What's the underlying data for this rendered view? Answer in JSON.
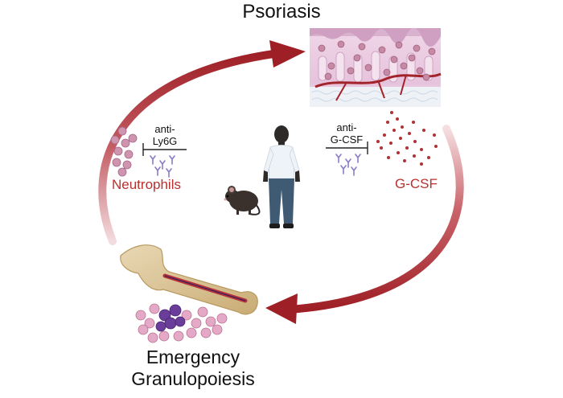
{
  "labels": {
    "psoriasis": "Psoriasis",
    "neutrophils": "Neutrophils",
    "anti_ly6g_line1": "anti-",
    "anti_ly6g_line2": "Ly6G",
    "anti_gcsf_line1": "anti-",
    "anti_gcsf_line2": "G-CSF",
    "gcsf": "G-CSF",
    "emergency_line1": "Emergency",
    "emergency_line2": "Granulopoiesis"
  },
  "colors": {
    "arrow_red": "#9e1f25",
    "label_red": "#b8312f",
    "neutrophil_pink": "#c98aa6",
    "antibody_purple": "#8c7bc4",
    "gcsf_dot": "#b03234",
    "skin_pink": "#e9c9de",
    "bone_tan": "#d8c49b",
    "marrow_purple": "#6a3d9a"
  },
  "icons": [
    "skin-tissue-icon",
    "neutrophil-cluster-icon",
    "antibody-icon",
    "gcsf-particles-icon",
    "human-figure-icon",
    "mouse-icon",
    "bone-icon",
    "marrow-cells-icon"
  ]
}
